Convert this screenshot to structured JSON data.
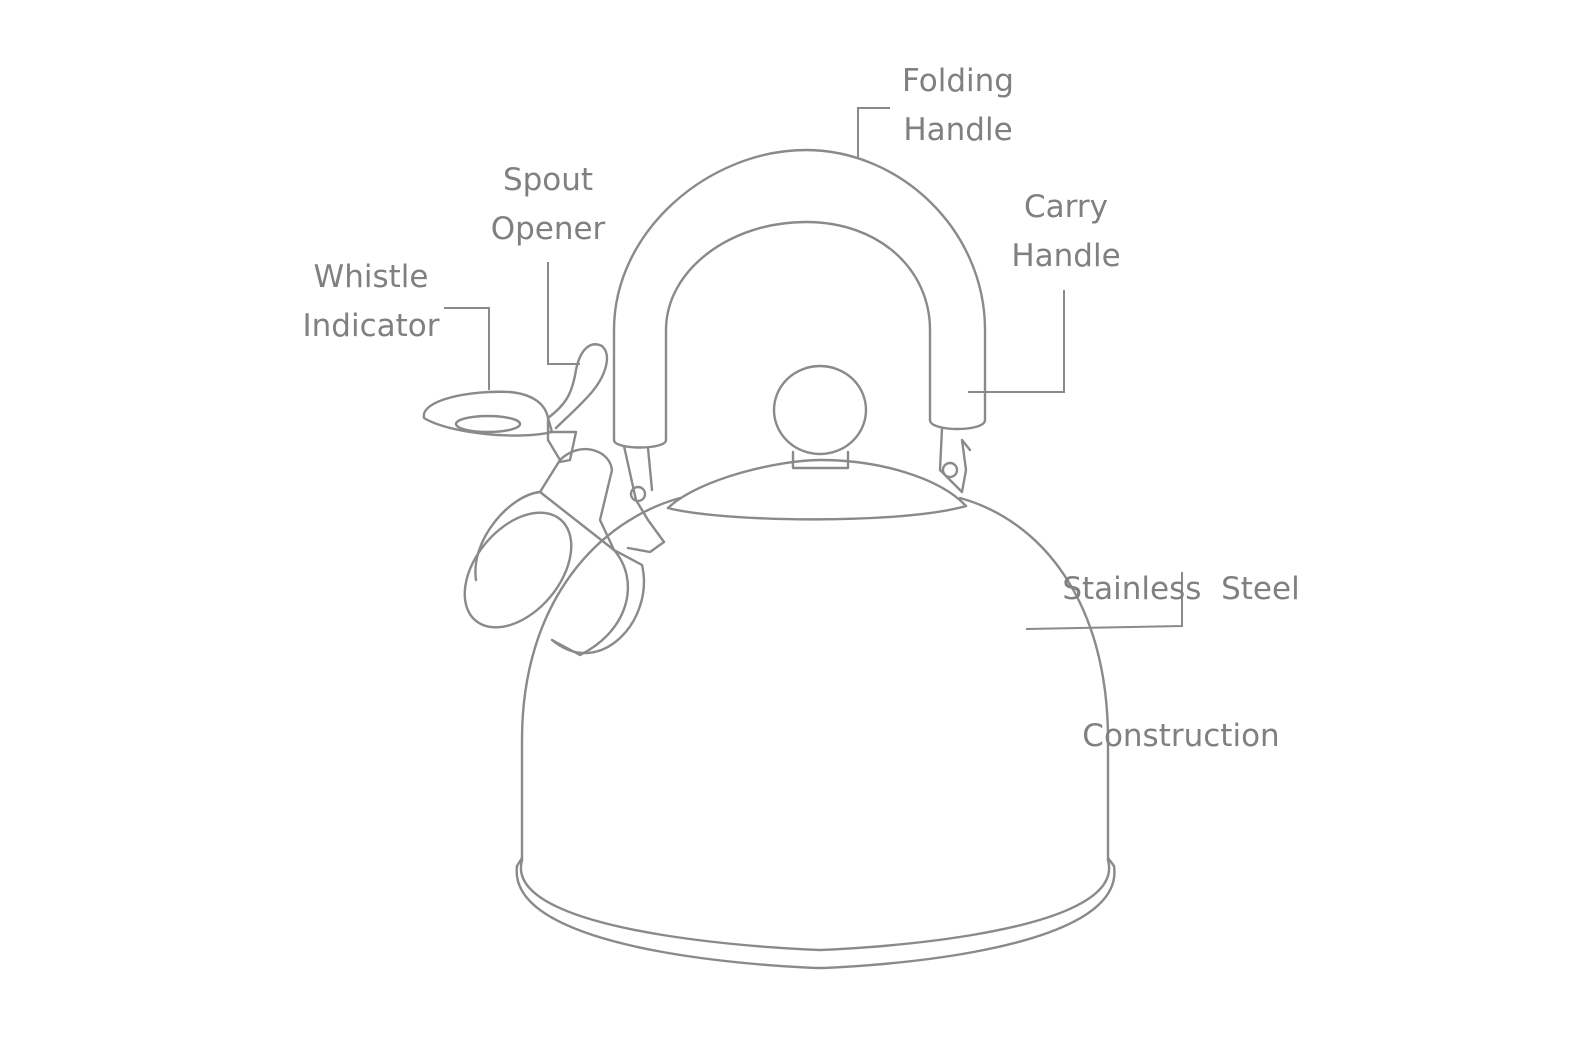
{
  "labels": {
    "folding_handle": {
      "line1": "Folding",
      "line2": "Handle"
    },
    "carry_handle": {
      "line1": "Carry",
      "line2": "Handle"
    },
    "spout_opener": {
      "line1": "Spout",
      "line2": "Opener"
    },
    "whistle_indicator": {
      "line1": "Whistle",
      "line2": "Indicator"
    },
    "stainless_steel": {
      "line1": "Stainless  Steel",
      "line2": "Construction"
    }
  },
  "colors": {
    "line": "#8a8a8a",
    "text": "#808080",
    "background": "#ffffff"
  }
}
